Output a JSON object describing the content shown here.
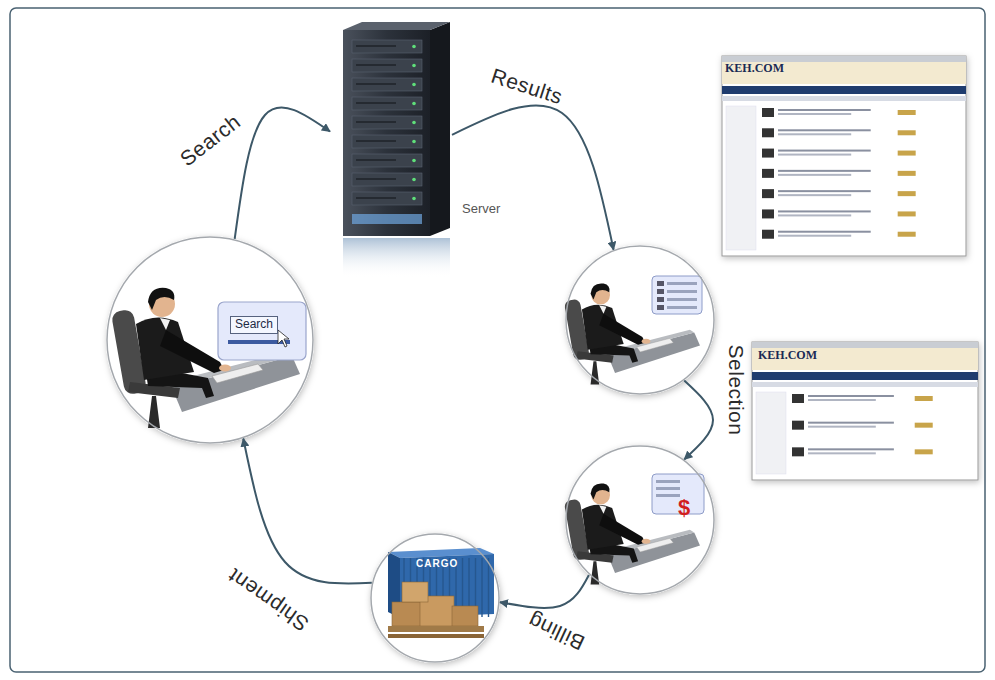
{
  "diagram": {
    "nodes": [
      {
        "text": [
          "Search"
        ]
      },
      {
        "text": [
          "Server"
        ]
      },
      {
        "text": [
          "KEH.COM"
        ]
      },
      {
        "text": [
          "$",
          "KEH.COM"
        ]
      },
      {
        "text": [
          "CARGO"
        ]
      }
    ],
    "edges": [
      {
        "from": 0,
        "to": 1,
        "label": "Search",
        "arrow": "to"
      },
      {
        "from": 1,
        "to": 2,
        "label": "Results",
        "arrow": "to"
      },
      {
        "from": 2,
        "to": 3,
        "label": "Selection",
        "arrow": "to"
      },
      {
        "from": 3,
        "to": 4,
        "label": "Billing",
        "arrow": "to"
      },
      {
        "from": 4,
        "to": 0,
        "label": "Shipment",
        "arrow": "to"
      }
    ]
  }
}
